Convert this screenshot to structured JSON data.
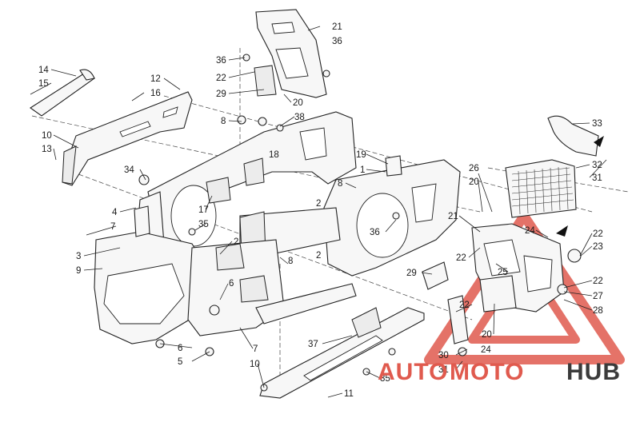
{
  "diagram": {
    "callouts": [
      {
        "id": "c14a",
        "text": "14"
      },
      {
        "id": "c15",
        "text": "15"
      },
      {
        "id": "c12",
        "text": "12"
      },
      {
        "id": "c16",
        "text": "16"
      },
      {
        "id": "c10a",
        "text": "10"
      },
      {
        "id": "c13",
        "text": "13"
      },
      {
        "id": "c34",
        "text": "34"
      },
      {
        "id": "c4",
        "text": "4"
      },
      {
        "id": "c7a",
        "text": "7"
      },
      {
        "id": "c3",
        "text": "3"
      },
      {
        "id": "c9",
        "text": "9"
      },
      {
        "id": "c8a",
        "text": "8"
      },
      {
        "id": "c38",
        "text": "38"
      },
      {
        "id": "c18",
        "text": "18"
      },
      {
        "id": "c17",
        "text": "17"
      },
      {
        "id": "c35a",
        "text": "35"
      },
      {
        "id": "c2a",
        "text": "2"
      },
      {
        "id": "c2b",
        "text": "2"
      },
      {
        "id": "c6a",
        "text": "6"
      },
      {
        "id": "c6b",
        "text": "6"
      },
      {
        "id": "c5",
        "text": "5"
      },
      {
        "id": "c7b",
        "text": "7"
      },
      {
        "id": "c8b",
        "text": "8"
      },
      {
        "id": "c10b",
        "text": "10"
      },
      {
        "id": "c21a",
        "text": "21"
      },
      {
        "id": "c36a",
        "text": "36"
      },
      {
        "id": "c36b",
        "text": "36"
      },
      {
        "id": "c22a",
        "text": "22"
      },
      {
        "id": "c29a",
        "text": "29"
      },
      {
        "id": "c20a",
        "text": "20"
      },
      {
        "id": "c19",
        "text": "19"
      },
      {
        "id": "c1",
        "text": "1"
      },
      {
        "id": "c8c",
        "text": "8"
      },
      {
        "id": "c36c",
        "text": "36"
      },
      {
        "id": "c2c",
        "text": "2"
      },
      {
        "id": "c26",
        "text": "26"
      },
      {
        "id": "c20b",
        "text": "20"
      },
      {
        "id": "c21b",
        "text": "21"
      },
      {
        "id": "c33",
        "text": "33"
      },
      {
        "id": "c32",
        "text": "32"
      },
      {
        "id": "c31a",
        "text": "31"
      },
      {
        "id": "c24a",
        "text": "24"
      },
      {
        "id": "c22b",
        "text": "22"
      },
      {
        "id": "c23",
        "text": "23"
      },
      {
        "id": "c22c",
        "text": "22"
      },
      {
        "id": "c25",
        "text": "25"
      },
      {
        "id": "c22d",
        "text": "22"
      },
      {
        "id": "c27",
        "text": "27"
      },
      {
        "id": "c28",
        "text": "28"
      },
      {
        "id": "c29b",
        "text": "29"
      },
      {
        "id": "c22e",
        "text": "22"
      },
      {
        "id": "c20c",
        "text": "20"
      },
      {
        "id": "c37",
        "text": "37"
      },
      {
        "id": "c30",
        "text": "30"
      },
      {
        "id": "c24b",
        "text": "24"
      },
      {
        "id": "c31b",
        "text": "31"
      },
      {
        "id": "c35b",
        "text": "35"
      },
      {
        "id": "c11",
        "text": "11"
      }
    ]
  },
  "watermark": {
    "brand_auto": "AUTO",
    "brand_moto": "MOTO",
    "brand_hub": "HUB",
    "color_red": "#e05a4e",
    "color_dark": "#3b3b3b"
  }
}
